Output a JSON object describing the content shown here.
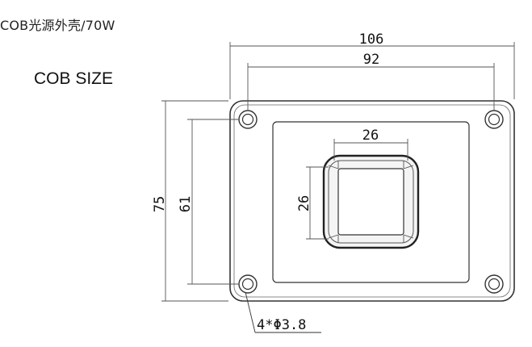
{
  "header": {
    "title": "COB光源外壳/70W"
  },
  "diagram": {
    "label": "COB SIZE",
    "dimensions": {
      "overall_width": "106",
      "hole_spacing_x": "92",
      "cob_width": "26",
      "overall_height": "75",
      "hole_spacing_y": "61",
      "cob_height": "26"
    },
    "hole_callout": "4*Φ3.8",
    "colors": {
      "line": "#333333",
      "dim_line": "#555555",
      "cob_fill": "#f4f4f4",
      "cob_inner": "#ffffff"
    }
  }
}
